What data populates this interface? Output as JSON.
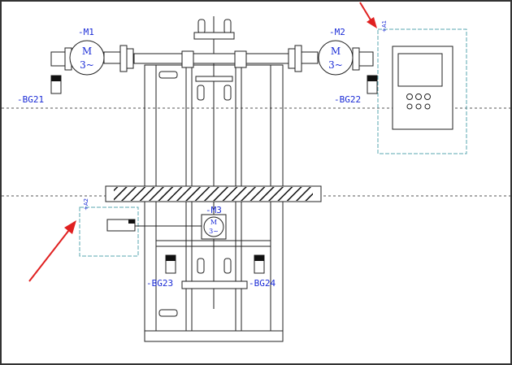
{
  "motors": {
    "m1": {
      "tag": "-M1",
      "top": "M",
      "bottom": "3~"
    },
    "m2": {
      "tag": "-M2",
      "top": "M",
      "bottom": "3~"
    },
    "m3": {
      "tag": "-M3",
      "top": "M",
      "bottom": "3~"
    }
  },
  "sensors": {
    "bg21": "-BG21",
    "bg22": "-BG22",
    "bg23": "-BG23",
    "bg24": "-BG24"
  },
  "panels": {
    "control_panel_tag": "+A1",
    "local_box_tag": "+A2"
  },
  "colors": {
    "label": "#1a2bd6",
    "line": "#222222",
    "panel_border": "#5aa7b0",
    "arrow": "#e02020"
  }
}
